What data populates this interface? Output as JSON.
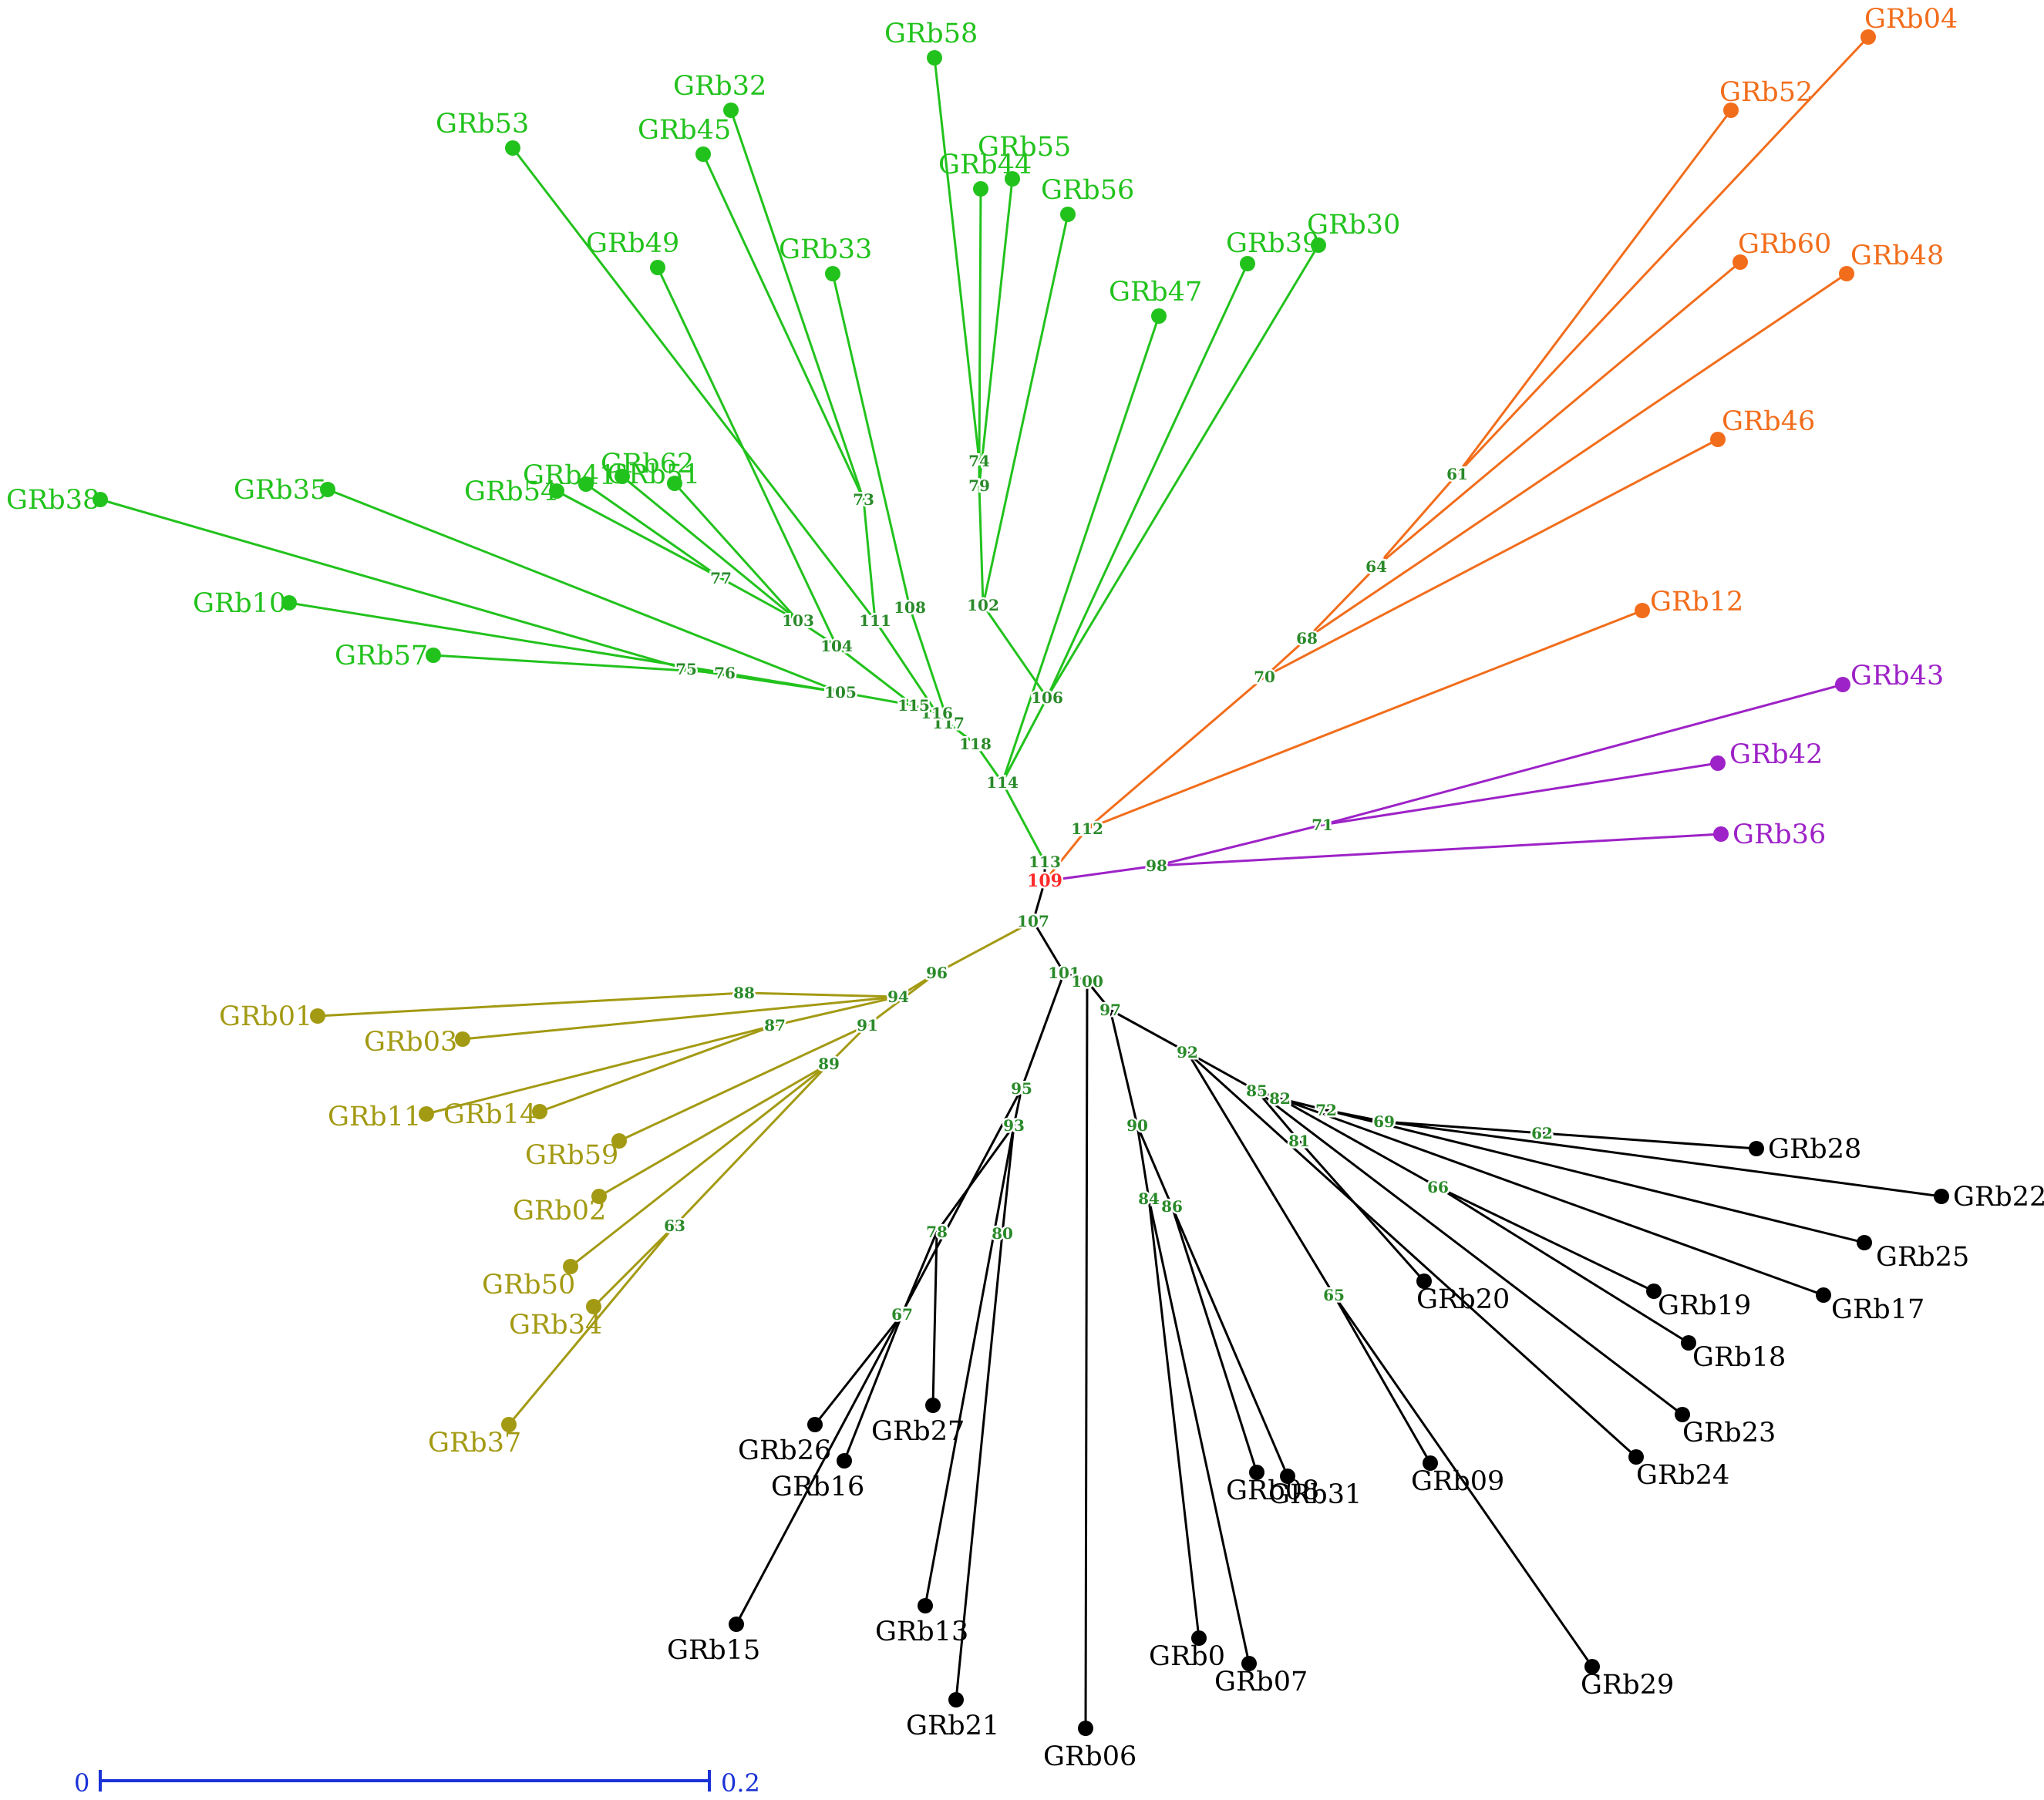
{
  "colors": {
    "green": "#22c21d",
    "orange": "#f26d1b",
    "purple": "#9d22c7",
    "olive": "#a39a13",
    "black": "#000000",
    "root": "#ff2a2a",
    "node": "#2a8a2a",
    "scale": "#1a32d6"
  },
  "tips": [
    {
      "label": "GRb58",
      "clade": "green"
    },
    {
      "label": "GRb32",
      "clade": "green"
    },
    {
      "label": "GRb53",
      "clade": "green"
    },
    {
      "label": "GRb45",
      "clade": "green"
    },
    {
      "label": "GRb44",
      "clade": "green"
    },
    {
      "label": "GRb55",
      "clade": "green"
    },
    {
      "label": "GRb56",
      "clade": "green"
    },
    {
      "label": "GRb49",
      "clade": "green"
    },
    {
      "label": "GRb33",
      "clade": "green"
    },
    {
      "label": "GRb39",
      "clade": "green"
    },
    {
      "label": "GRb30",
      "clade": "green"
    },
    {
      "label": "GRb47",
      "clade": "green"
    },
    {
      "label": "GRb38",
      "clade": "green"
    },
    {
      "label": "GRb35",
      "clade": "green"
    },
    {
      "label": "GRb54",
      "clade": "green"
    },
    {
      "label": "GRb41",
      "clade": "green"
    },
    {
      "label": "GRb62",
      "clade": "green"
    },
    {
      "label": "GRb51",
      "clade": "green"
    },
    {
      "label": "GRb10",
      "clade": "green"
    },
    {
      "label": "GRb57",
      "clade": "green"
    },
    {
      "label": "GRb04",
      "clade": "orange"
    },
    {
      "label": "GRb52",
      "clade": "orange"
    },
    {
      "label": "GRb60",
      "clade": "orange"
    },
    {
      "label": "GRb48",
      "clade": "orange"
    },
    {
      "label": "GRb46",
      "clade": "orange"
    },
    {
      "label": "GRb12",
      "clade": "orange"
    },
    {
      "label": "GRb43",
      "clade": "purple"
    },
    {
      "label": "GRb42",
      "clade": "purple"
    },
    {
      "label": "GRb36",
      "clade": "purple"
    },
    {
      "label": "GRb01",
      "clade": "olive"
    },
    {
      "label": "GRb03",
      "clade": "olive"
    },
    {
      "label": "GRb11",
      "clade": "olive"
    },
    {
      "label": "GRb14",
      "clade": "olive"
    },
    {
      "label": "GRb59",
      "clade": "olive"
    },
    {
      "label": "GRb02",
      "clade": "olive"
    },
    {
      "label": "GRb50",
      "clade": "olive"
    },
    {
      "label": "GRb34",
      "clade": "olive"
    },
    {
      "label": "GRb37",
      "clade": "olive"
    },
    {
      "label": "GRb28",
      "clade": "black"
    },
    {
      "label": "GRb22",
      "clade": "black"
    },
    {
      "label": "GRb25",
      "clade": "black"
    },
    {
      "label": "GRb17",
      "clade": "black"
    },
    {
      "label": "GRb19",
      "clade": "black"
    },
    {
      "label": "GRb18",
      "clade": "black"
    },
    {
      "label": "GRb20",
      "clade": "black"
    },
    {
      "label": "GRb23",
      "clade": "black"
    },
    {
      "label": "GRb24",
      "clade": "black"
    },
    {
      "label": "GRb09",
      "clade": "black"
    },
    {
      "label": "GRb29",
      "clade": "black"
    },
    {
      "label": "GRb08",
      "clade": "black"
    },
    {
      "label": "GRb31",
      "clade": "black"
    },
    {
      "label": "GRb0",
      "clade": "black"
    },
    {
      "label": "GRb07",
      "clade": "black"
    },
    {
      "label": "GRb06",
      "clade": "black"
    },
    {
      "label": "GRb21",
      "clade": "black"
    },
    {
      "label": "GRb13",
      "clade": "black"
    },
    {
      "label": "GRb27",
      "clade": "black"
    },
    {
      "label": "GRb26",
      "clade": "black"
    },
    {
      "label": "GRb16",
      "clade": "black"
    },
    {
      "label": "GRb15",
      "clade": "black"
    }
  ],
  "internal_nodes": [
    {
      "id": "root",
      "label": "109",
      "clade": "black"
    },
    {
      "id": "n113",
      "label": "113",
      "clade": "black"
    },
    {
      "id": "n114",
      "label": "114",
      "clade": "green"
    },
    {
      "id": "n118",
      "label": "118",
      "clade": "green"
    },
    {
      "id": "n117",
      "label": "117",
      "clade": "green"
    },
    {
      "id": "n116",
      "label": "116",
      "clade": "green"
    },
    {
      "id": "n115",
      "label": "115",
      "clade": "green"
    },
    {
      "id": "n105",
      "label": "105",
      "clade": "green"
    },
    {
      "id": "n75",
      "label": "75",
      "clade": "green"
    },
    {
      "id": "n76",
      "label": "76",
      "clade": "green"
    },
    {
      "id": "n104",
      "label": "104",
      "clade": "green"
    },
    {
      "id": "n103",
      "label": "103",
      "clade": "green"
    },
    {
      "id": "n77",
      "label": "77",
      "clade": "green"
    },
    {
      "id": "n111",
      "label": "111",
      "clade": "green"
    },
    {
      "id": "n108",
      "label": "108",
      "clade": "green"
    },
    {
      "id": "n73",
      "label": "73",
      "clade": "green"
    },
    {
      "id": "n106",
      "label": "106",
      "clade": "green"
    },
    {
      "id": "n102",
      "label": "102",
      "clade": "green"
    },
    {
      "id": "n79",
      "label": "79",
      "clade": "green"
    },
    {
      "id": "n74",
      "label": "74",
      "clade": "green"
    },
    {
      "id": "n112",
      "label": "112",
      "clade": "orange"
    },
    {
      "id": "n70",
      "label": "70",
      "clade": "orange"
    },
    {
      "id": "n68",
      "label": "68",
      "clade": "orange"
    },
    {
      "id": "n64",
      "label": "64",
      "clade": "orange"
    },
    {
      "id": "n61",
      "label": "61",
      "clade": "orange"
    },
    {
      "id": "n98",
      "label": "98",
      "clade": "purple"
    },
    {
      "id": "n71",
      "label": "71",
      "clade": "purple"
    },
    {
      "id": "n107",
      "label": "107",
      "clade": "black"
    },
    {
      "id": "n96",
      "label": "96",
      "clade": "olive"
    },
    {
      "id": "n94",
      "label": "94",
      "clade": "olive"
    },
    {
      "id": "n88",
      "label": "88",
      "clade": "olive"
    },
    {
      "id": "n87",
      "label": "87",
      "clade": "olive"
    },
    {
      "id": "n91",
      "label": "91",
      "clade": "olive"
    },
    {
      "id": "n89",
      "label": "89",
      "clade": "olive"
    },
    {
      "id": "n63",
      "label": "63",
      "clade": "olive"
    },
    {
      "id": "n101",
      "label": "101",
      "clade": "black"
    },
    {
      "id": "n100",
      "label": "100",
      "clade": "black"
    },
    {
      "id": "n97",
      "label": "97",
      "clade": "black"
    },
    {
      "id": "n92",
      "label": "92",
      "clade": "black"
    },
    {
      "id": "n85",
      "label": "85",
      "clade": "black"
    },
    {
      "id": "n82",
      "label": "82",
      "clade": "black"
    },
    {
      "id": "n72",
      "label": "72",
      "clade": "black"
    },
    {
      "id": "n69",
      "label": "69",
      "clade": "black"
    },
    {
      "id": "n62",
      "label": "62",
      "clade": "black"
    },
    {
      "id": "n81",
      "label": "81",
      "clade": "black"
    },
    {
      "id": "n66",
      "label": "66",
      "clade": "black"
    },
    {
      "id": "n65",
      "label": "65",
      "clade": "black"
    },
    {
      "id": "n90",
      "label": "90",
      "clade": "black"
    },
    {
      "id": "n84",
      "label": "84",
      "clade": "black"
    },
    {
      "id": "n86",
      "label": "86",
      "clade": "black"
    },
    {
      "id": "n95",
      "label": "95",
      "clade": "black"
    },
    {
      "id": "n93",
      "label": "93",
      "clade": "black"
    },
    {
      "id": "n78",
      "label": "78",
      "clade": "black"
    },
    {
      "id": "n67",
      "label": "67",
      "clade": "black"
    },
    {
      "id": "n80",
      "label": "80",
      "clade": "black"
    }
  ],
  "scale_bar": {
    "start_label": "0",
    "end_label": "0.2",
    "value": 0.2
  }
}
